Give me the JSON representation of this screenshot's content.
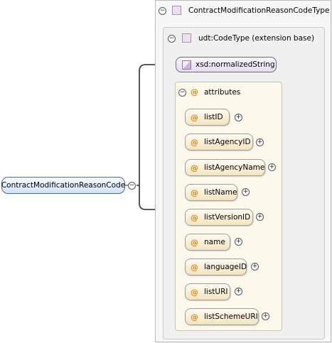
{
  "complex_type": {
    "name": "ContractModificationReasonCodeType"
  },
  "extension": {
    "name": "udt:CodeType (extension base)"
  },
  "base_type": {
    "name": "xsd:normalizedString"
  },
  "attributes_group": {
    "label": "attributes"
  },
  "root": {
    "name": "ContractModificationReasonCode"
  },
  "attributes": [
    {
      "name": "listID"
    },
    {
      "name": "listAgencyID"
    },
    {
      "name": "listAgencyName"
    },
    {
      "name": "listName"
    },
    {
      "name": "listVersionID"
    },
    {
      "name": "name"
    },
    {
      "name": "languageID"
    },
    {
      "name": "listURI"
    },
    {
      "name": "listSchemeURI"
    }
  ],
  "symbols": {
    "attribute": "@",
    "collapse": "−",
    "expand": "+"
  }
}
